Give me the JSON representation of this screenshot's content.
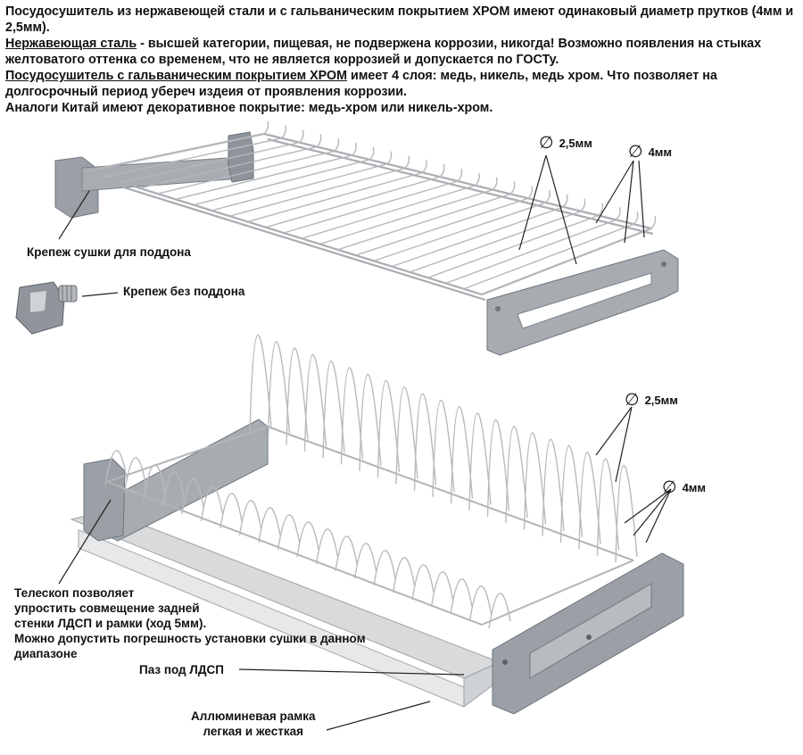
{
  "intro": {
    "line1": "Посудосушитель из нержавеющей стали и с гальваническим покрытием ХРОМ имеют одинаковый диаметр прутков (4мм и 2,5мм).",
    "steel_term": "Нержавеющая сталь",
    "steel_text": " - высшей категории, пищевая, не подвержена коррозии, никогда! Возможно появления на стыках желтоватого оттенка со временем, что не является коррозией и допускается по ГОСТу.",
    "chrome_term": "Посудосушитель с гальваническим покрытием ХРОМ",
    "chrome_text": " имеет 4 слоя: медь, никель, медь хром. Что позволяет на долгосрочный период убереч издеия от проявления коррозии.",
    "analog": "Аналоги Китай имеют декоративное покрытие: медь-хром или никель-хром."
  },
  "top_rack": {
    "dim_thin": "2,5мм",
    "dim_thick": "4мм",
    "label_mount_tray": "Крепеж сушки для поддона",
    "label_mount_notray": "Крепеж без поддона"
  },
  "bottom_rack": {
    "dim_thin": "2,5мм",
    "dim_thick": "4мм",
    "label_telescope": [
      "Телескоп позволяет",
      "упростить совмещение задней",
      "стенки ЛДСП и рамки (ход 5мм).",
      "Можно допустить погрешность установки сушки в данном",
      "диапазоне"
    ],
    "label_groove": "Паз под ЛДСП",
    "label_frame": [
      "Аллюминевая рамка",
      "легкая и жесткая"
    ]
  },
  "colors": {
    "plastic": "#9aa0a6",
    "plastic_dark": "#6f757c",
    "wire": "#b9bcc0",
    "frame": "#d6d8da",
    "text": "#111111"
  },
  "icons": {
    "diameter": "diameter-symbol-icon"
  }
}
